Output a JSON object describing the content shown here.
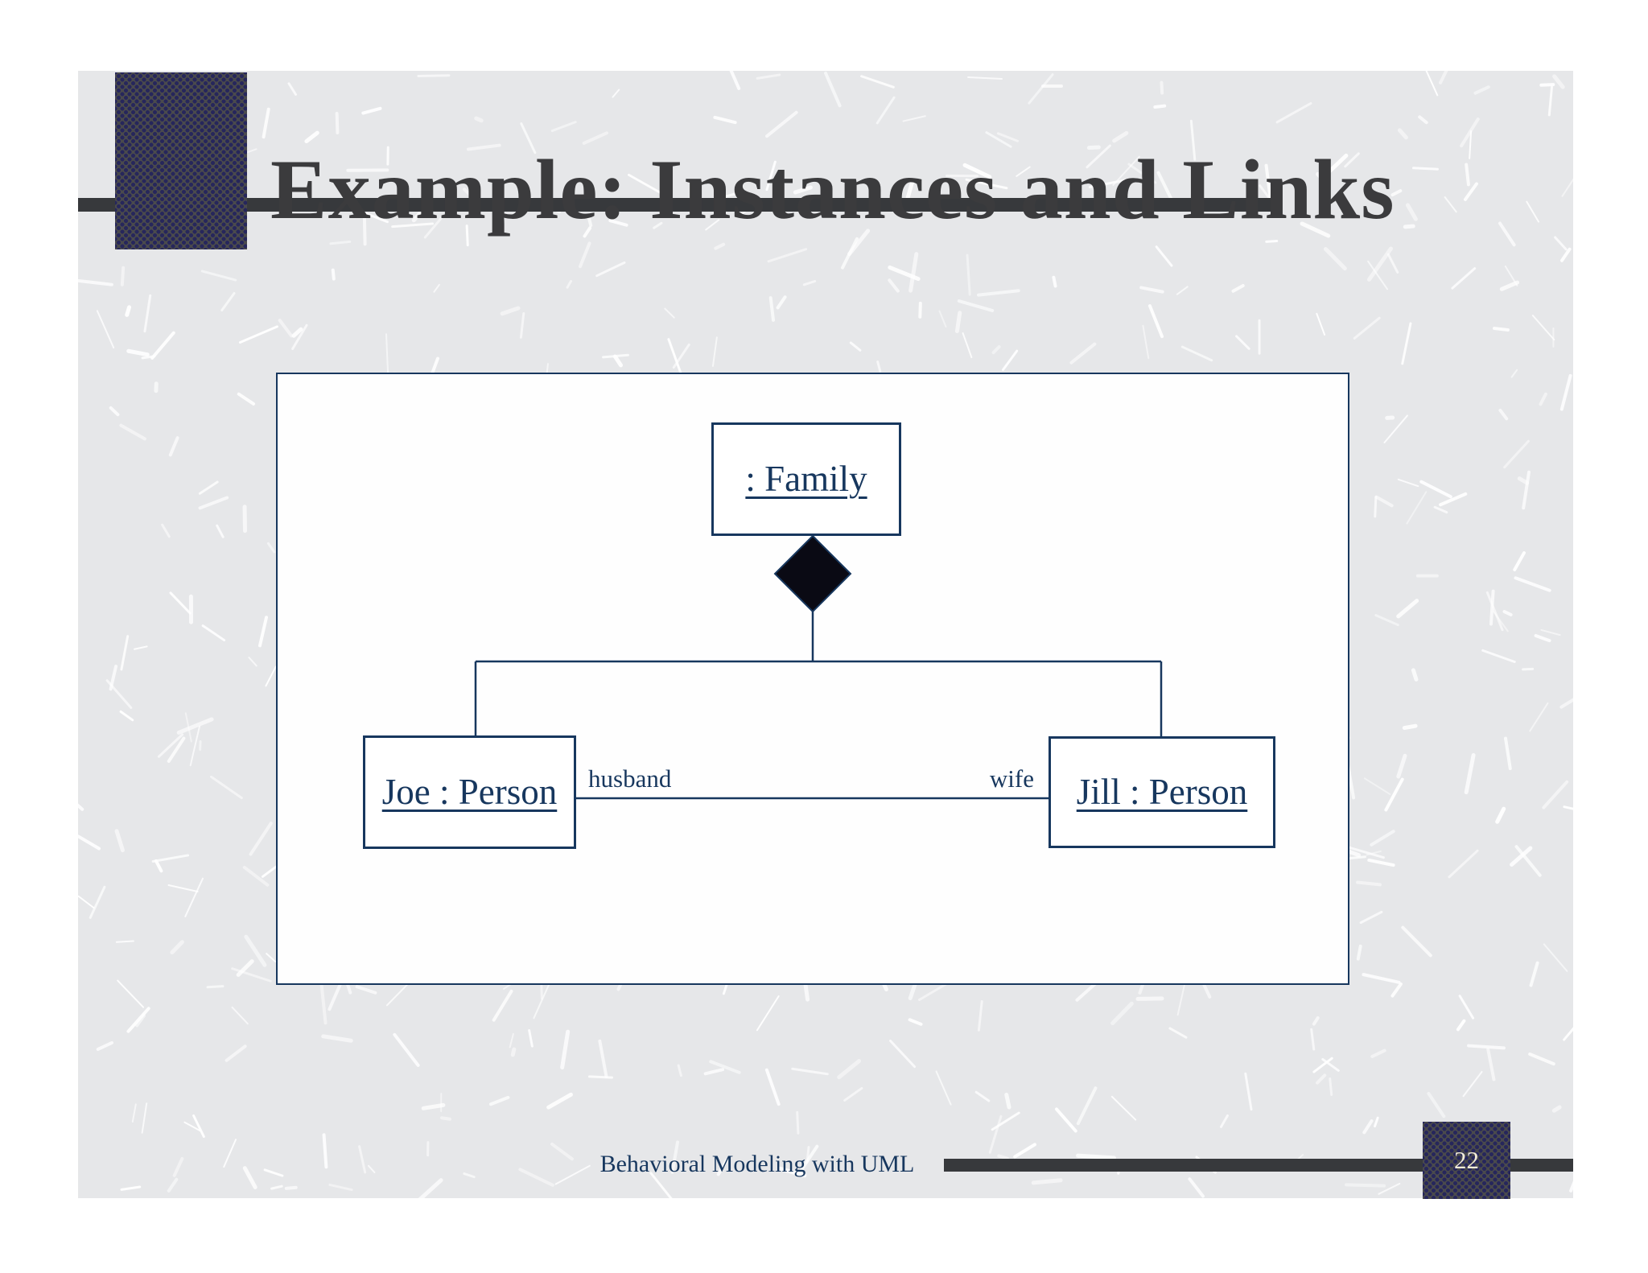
{
  "slide": {
    "title": "Example: Instances and Links",
    "footer_text": "Behavioral Modeling with UML",
    "page_number": "22"
  },
  "diagram": {
    "objects": [
      {
        "id": "family",
        "label": ": Family"
      },
      {
        "id": "joe",
        "label": "Joe : Person"
      },
      {
        "id": "jill",
        "label": "Jill : Person"
      }
    ],
    "link_roles": {
      "husband": "husband",
      "wife": "wife"
    },
    "relationship": "composition (filled diamond) from :Family to Joe and Jill"
  },
  "colors": {
    "navy": "#17375e",
    "title": "#3b3b3d",
    "rule": "#37393c",
    "speckle_base": "#4a4a4c",
    "speckle_dot": "#26265c",
    "slide_bg": "#e6e7e9",
    "diagram_bg": "#fefefe",
    "diamond_fill": "#0a0a14",
    "page_number_color": "#f2ecd8"
  }
}
